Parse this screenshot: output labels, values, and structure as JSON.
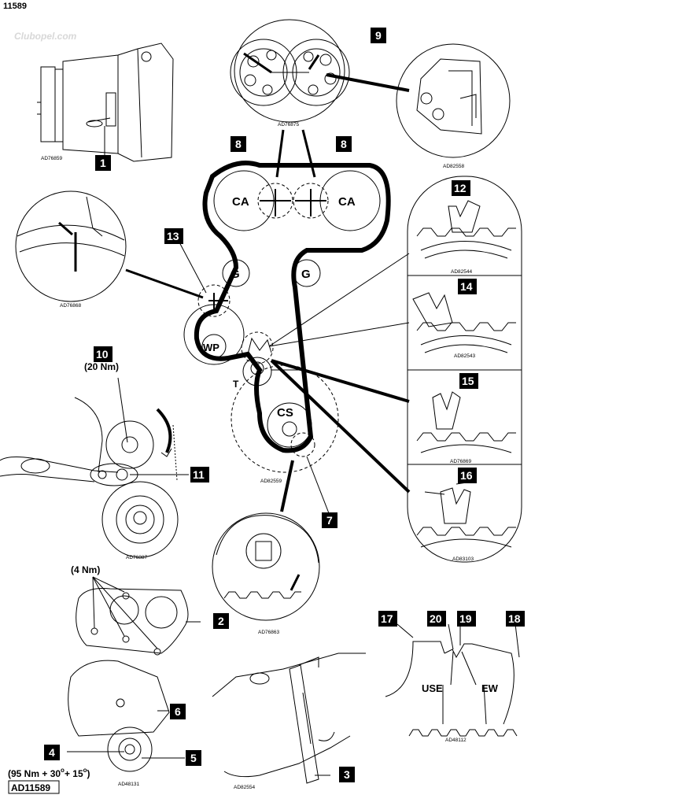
{
  "sheet_id": "11589",
  "figure_code": "AD11589",
  "watermark": "Clubopel.com",
  "wheels": {
    "camshaft_left": "CA",
    "camshaft_right": "CA",
    "idler_left": "G",
    "idler_right": "G",
    "water_pump": "WP",
    "crankshaft": "CS",
    "tensioner": "T"
  },
  "callouts": [
    "1",
    "2",
    "3",
    "4",
    "5",
    "6",
    "7",
    "8",
    "8",
    "9",
    "10",
    "11",
    "12",
    "13",
    "14",
    "15",
    "16",
    "17",
    "18",
    "19",
    "20"
  ],
  "torque_notes": {
    "tensioner_bolt": "(20 Nm)",
    "cover_bolts": "(4 Nm)",
    "crank_bolt": "(95 Nm + 30",
    "crank_bolt_deg1": "o",
    "crank_bolt_mid": "+ 15",
    "crank_bolt_deg2": "o",
    "crank_bolt_end": ")"
  },
  "figure_refs": {
    "tensioner_tool": "AD76859",
    "cam_gears": "AD76875",
    "cam_lock": "AD82558",
    "tensioner_mark": "AD76868",
    "pointer_12": "AD82544",
    "pointer_14": "AD82543",
    "pointer_15": "AD76869",
    "pointer_16": "AD83103",
    "tensioner_adjust": "AD76887",
    "belt_drive_center": "AD82559",
    "crank_gear": "AD76863",
    "cover": "AD48131",
    "crank_tool": "AD82554",
    "wear_scale": "AD48112"
  },
  "wear_scale_words": {
    "used": "USE",
    "new": "EW"
  }
}
